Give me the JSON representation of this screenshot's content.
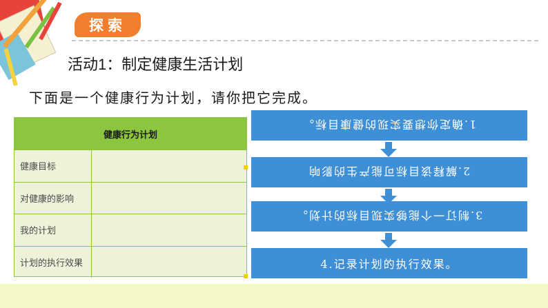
{
  "section_tag": "探索",
  "activity_title": "活动1：制定健康生活计划",
  "instruction": "下面是一个健康行为计划，请你把它完成。",
  "plan_table": {
    "header": "健康行为计划",
    "rows": [
      {
        "label": "健康目标"
      },
      {
        "label": "对健康的影响"
      },
      {
        "label": "我的计划"
      },
      {
        "label": "计划的执行效果"
      }
    ]
  },
  "steps": [
    "1.确定你想要实现的健康目标。",
    "2.解释该目标可能产生的影响",
    "3.制订一个能够实现目标的计划。",
    "4.记录计划的执行效果。"
  ],
  "colors": {
    "accent_orange": "#f07e2e",
    "table_green": "#8cc63f",
    "step_blue": "#3f8fd6",
    "band_yellow": "#f4f8c6"
  }
}
